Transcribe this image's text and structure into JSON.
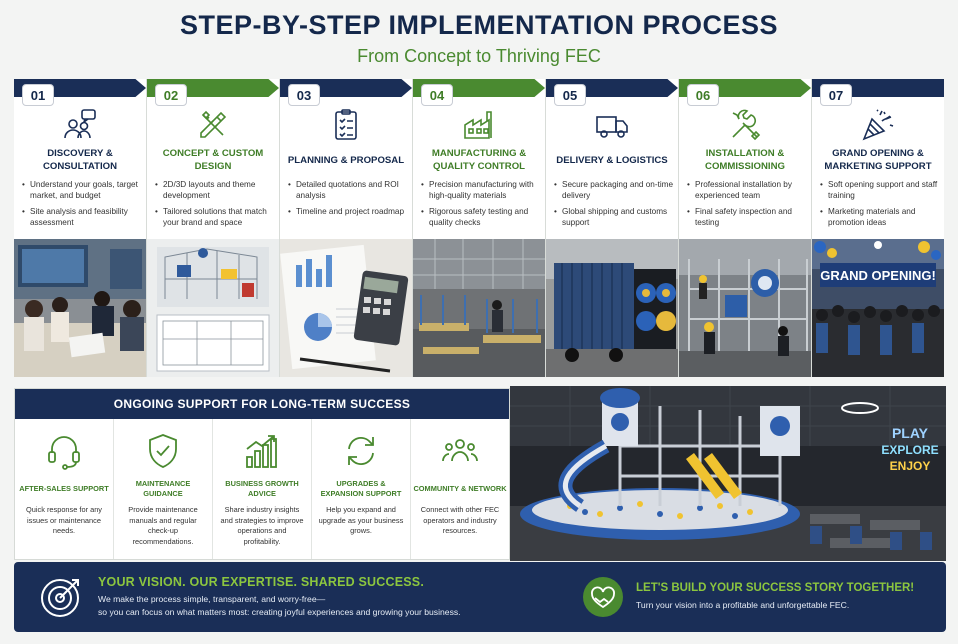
{
  "header": {
    "title": "STEP-BY-STEP IMPLEMENTATION PROCESS",
    "subtitle": "From Concept to Thriving FEC"
  },
  "colors": {
    "navy": "#1a2e57",
    "green": "#4a8a30",
    "accent_green": "#8cc63f"
  },
  "steps": [
    {
      "num": "01",
      "title": "DISCOVERY & CONSULTATION",
      "icon": "consultation-icon",
      "photo": "team-meeting-photo",
      "bullets": [
        "Understand your goals, target market, and budget",
        "Site analysis and feasibility assessment"
      ]
    },
    {
      "num": "02",
      "title": "CONCEPT & CUSTOM DESIGN",
      "icon": "design-tools-icon",
      "photo": "3d-layout-photo",
      "bullets": [
        "2D/3D layouts and theme development",
        "Tailored solutions that match your brand and space"
      ]
    },
    {
      "num": "03",
      "title": "PLANNING & PROPOSAL",
      "icon": "clipboard-checklist-icon",
      "photo": "documents-calculator-photo",
      "bullets": [
        "Detailed quotations and ROI analysis",
        "Timeline and project roadmap"
      ]
    },
    {
      "num": "04",
      "title": "MANUFACTURING & QUALITY CONTROL",
      "icon": "factory-icon",
      "photo": "factory-floor-photo",
      "bullets": [
        "Precision manufacturing with high-quality materials",
        "Rigorous safety testing and quality checks"
      ]
    },
    {
      "num": "05",
      "title": "DELIVERY & LOGISTICS",
      "icon": "truck-icon",
      "photo": "shipping-truck-photo",
      "bullets": [
        "Secure packaging and on-time delivery",
        "Global shipping and customs support"
      ]
    },
    {
      "num": "06",
      "title": "INSTALLATION & COMMISSIONING",
      "icon": "wrench-screwdriver-icon",
      "photo": "installation-crew-photo",
      "bullets": [
        "Professional installation by experienced team",
        "Final safety inspection and testing"
      ]
    },
    {
      "num": "07",
      "title": "GRAND OPENING & MARKETING SUPPORT",
      "icon": "party-popper-icon",
      "photo": "grand-opening-photo",
      "photo_banner": "GRAND OPENING!",
      "bullets": [
        "Soft opening support and staff training",
        "Marketing materials and promotion ideas"
      ]
    }
  ],
  "support": {
    "heading": "ONGOING SUPPORT FOR LONG-TERM SUCCESS",
    "items": [
      {
        "title": "AFTER-SALES SUPPORT",
        "icon": "headset-icon",
        "text": "Quick response for any issues or maintenance needs."
      },
      {
        "title": "MAINTENANCE GUIDANCE",
        "icon": "shield-check-icon",
        "text": "Provide maintenance manuals and regular check-up recommendations."
      },
      {
        "title": "BUSINESS GROWTH ADVICE",
        "icon": "growth-chart-icon",
        "text": "Share industry insights and strategies to improve operations and profitability."
      },
      {
        "title": "UPGRADES & EXPANSION SUPPORT",
        "icon": "refresh-arrows-icon",
        "text": "Help you expand and upgrade as your business grows."
      },
      {
        "title": "COMMUNITY & NETWORK",
        "icon": "community-people-icon",
        "text": "Connect with other FEC operators and industry resources."
      }
    ]
  },
  "hero": {
    "sign_lines": [
      "PLAY",
      "EXPLORE",
      "ENJOY"
    ]
  },
  "footer": {
    "left_heading": "YOUR VISION. OUR EXPERTISE. SHARED SUCCESS.",
    "left_line1": "We make the process simple, transparent, and worry-free—",
    "left_line2": "so you can focus on what matters most: creating joyful experiences and growing your business.",
    "right_heading": "LET'S BUILD YOUR SUCCESS STORY TOGETHER!",
    "right_text": "Turn your vision into a profitable and unforgettable FEC."
  }
}
